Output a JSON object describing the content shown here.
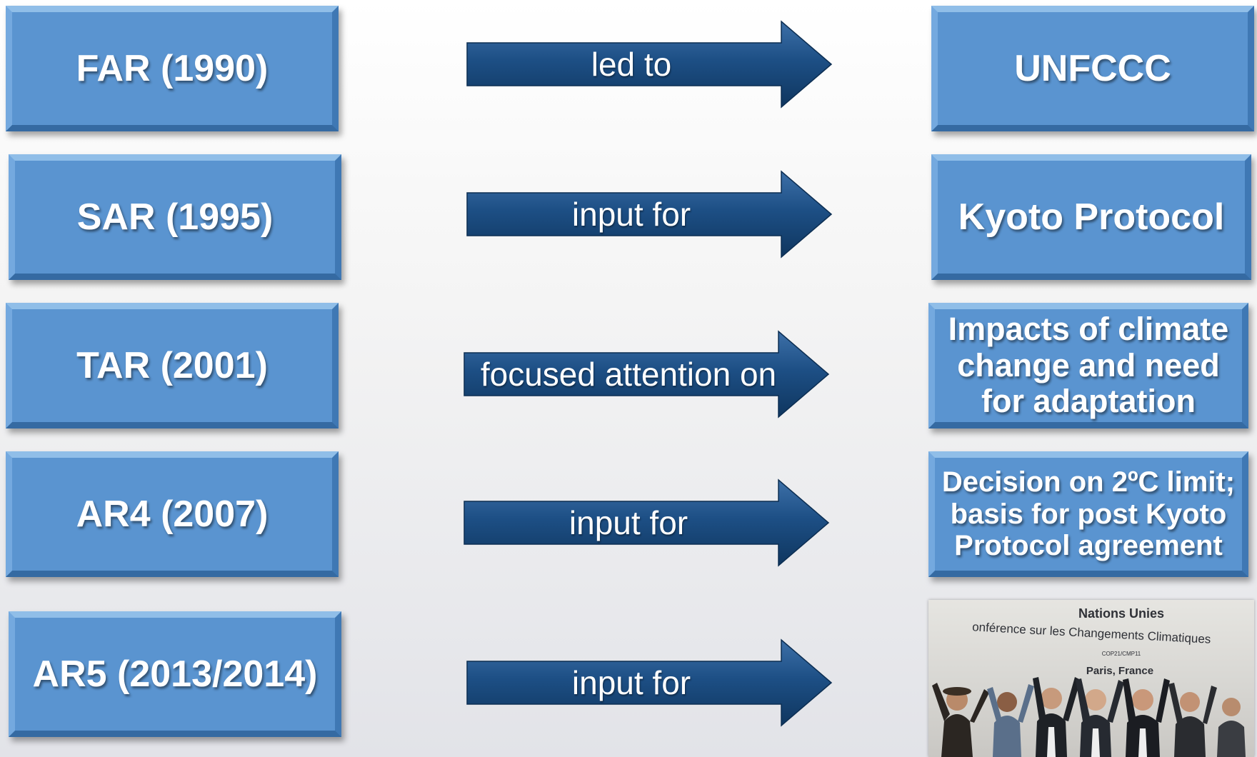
{
  "reports": [
    {
      "label": "FAR (1990)"
    },
    {
      "label": "SAR (1995)"
    },
    {
      "label": "TAR (2001)"
    },
    {
      "label": "AR4 (2007)"
    },
    {
      "label": "AR5 (2013/2014)"
    }
  ],
  "relations": [
    {
      "label": "led to"
    },
    {
      "label": "input for"
    },
    {
      "label": "focused attention on"
    },
    {
      "label": "input for"
    },
    {
      "label": "input for"
    }
  ],
  "outcomes": [
    {
      "label": "UNFCCC"
    },
    {
      "label": "Kyoto Protocol"
    },
    {
      "label": "Impacts of climate\nchange and need\nfor adaptation"
    },
    {
      "label": "Decision on 2ºC limit;\nbasis for post Kyoto\nProtocol agreement"
    }
  ],
  "photo": {
    "line1": "Nations Unies",
    "line2": "onférence sur les Changements Climatiques",
    "line3": "COP21/CMP11",
    "line4": "Paris, France"
  },
  "colors": {
    "box_fill": "#5a94d0",
    "arrow_fill": "#1c4f86"
  }
}
